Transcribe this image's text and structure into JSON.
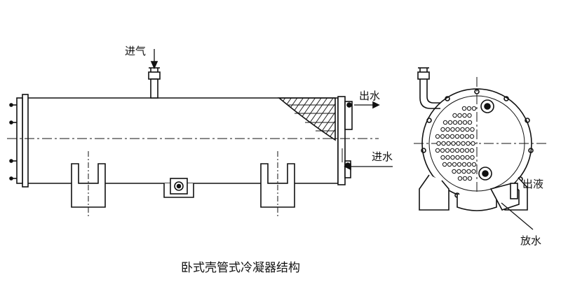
{
  "labels": {
    "gas_inlet": "进气",
    "water_outlet": "出水",
    "water_inlet": "进水",
    "liquid_outlet": "出液",
    "drain": "放水"
  },
  "caption": "卧式壳管式冷凝器结构"
}
